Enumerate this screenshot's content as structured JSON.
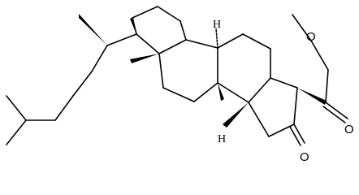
{
  "labels": {
    "oxygen_ether": "O",
    "oxygen_carbonyl_ester": "O",
    "oxygen_ketone": "O",
    "hydrogen_upper": "H",
    "hydrogen_lower": "H"
  }
}
